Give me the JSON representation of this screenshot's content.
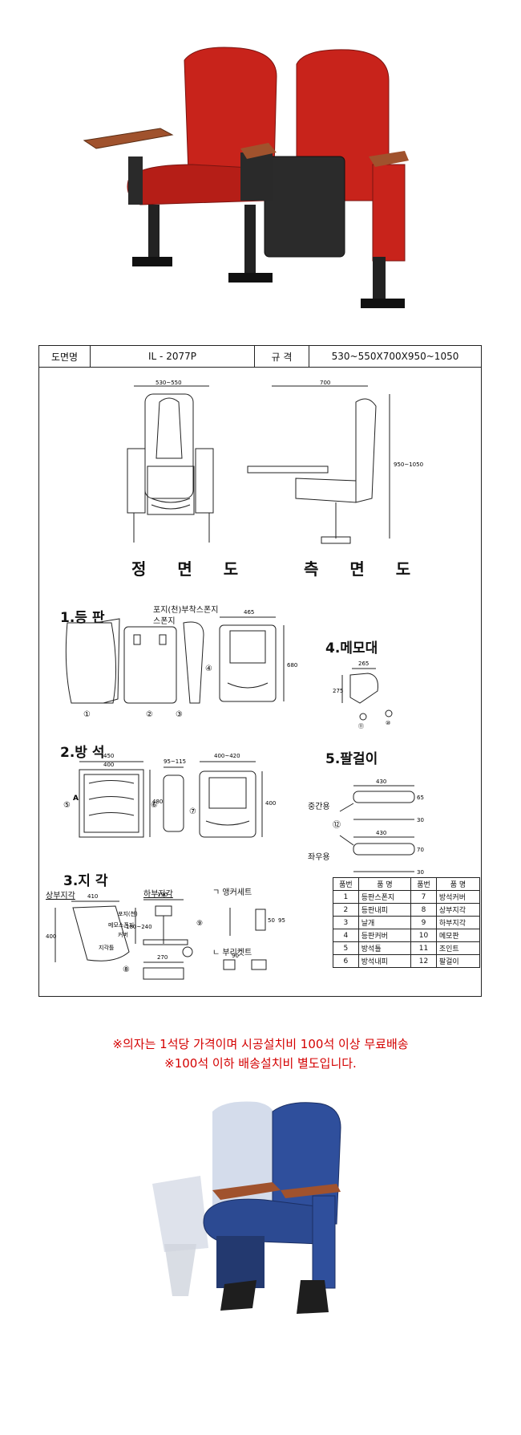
{
  "colors": {
    "seat_red": "#c8231b",
    "seat_blue": "#2f4f9c",
    "note_red": "#d40000"
  },
  "header": {
    "drawing_label": "도면명",
    "model": "IL - 2077P",
    "spec_label": "규 격",
    "spec": "530~550X700X950~1050"
  },
  "views": {
    "front": "정 면 도",
    "side": "측 면 도"
  },
  "dims": {
    "front_width": "530~550",
    "side_depth": "700",
    "side_height": "950~1050"
  },
  "sections": {
    "backrest": {
      "title": "1.등 판",
      "labels": [
        "포지(천)부착스폰지",
        "스폰지"
      ],
      "width": "465",
      "height": "680",
      "markers": [
        "①",
        "②",
        "③",
        "④"
      ]
    },
    "memo": {
      "title": "4.메모대",
      "width": "265",
      "height": "275",
      "markers": [
        "⑪",
        "⑩"
      ]
    },
    "seat": {
      "title": "2.방 석",
      "width_outer": "450",
      "width_inner": "400",
      "depth": "480",
      "side": "95~115",
      "front_w": "400~420",
      "front_h": "400",
      "markers": [
        "⑤",
        "⑥",
        "⑦"
      ],
      "letter": "A"
    },
    "armrest": {
      "title": "5.팔걸이",
      "center": "중간용",
      "side": "좌우용",
      "length": "430",
      "marker": "⑫",
      "h1": "65",
      "h2": "30",
      "h3": "70",
      "h4": "30"
    },
    "leg": {
      "title": "3.지 각",
      "upper": "상부지각",
      "lower": "하부지각",
      "width": "410",
      "height": "400",
      "labels": [
        "포지(천)",
        "메모스폰지",
        "커버",
        "지각틀"
      ],
      "marker": "⑧",
      "marker9": "⑨",
      "lower_w": "190",
      "lower_h": "180~240",
      "base": "270",
      "anchor": "ㄱ  앵커세트",
      "bracket": "ㄴ  부리켓트",
      "dim50": "50",
      "dim95": "95",
      "dim90": "90"
    }
  },
  "parts_table": {
    "headers": [
      "품번",
      "품  명",
      "품번",
      "품  명"
    ],
    "rows": [
      [
        "1",
        "등판스폰지",
        "7",
        "방석커버"
      ],
      [
        "2",
        "등판내피",
        "8",
        "상부지각"
      ],
      [
        "3",
        "날개",
        "9",
        "하부지각"
      ],
      [
        "4",
        "등판커버",
        "10",
        "메모판"
      ],
      [
        "5",
        "방석틀",
        "11",
        "조인트"
      ],
      [
        "6",
        "방석내피",
        "12",
        "팔걸이"
      ]
    ]
  },
  "notes": {
    "line1": "※의자는 1석당 가격이며 시공설치비 100석 이상 무료배송",
    "line2": "※100석 이하 배송설치비 별도입니다."
  }
}
